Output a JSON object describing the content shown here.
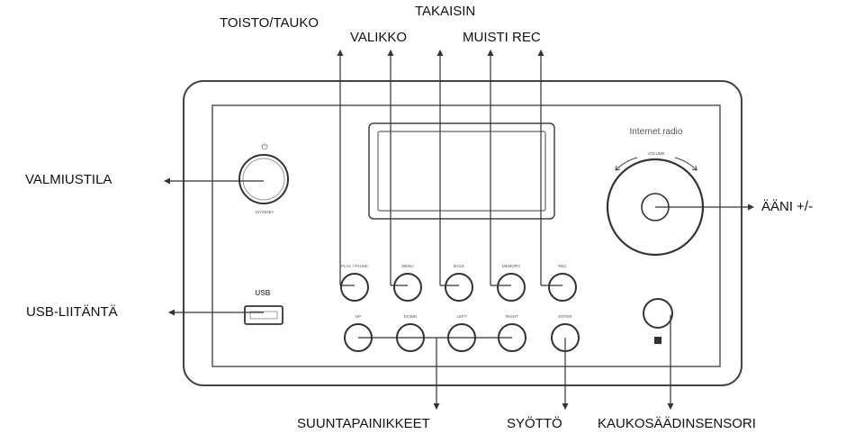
{
  "callouts": {
    "play_pause": "TOISTO/TAUKO",
    "menu": "VALIKKO",
    "back": "TAKAISIN",
    "memory_rec": "MUISTI REC",
    "standby": "VALMIUSTILA",
    "usb": "USB-LIITÄNTÄ",
    "volume": "ÄÄNI +/-",
    "direction_buttons": "SUUNTAPAINIKKEET",
    "enter": "SYÖTTÖ",
    "remote_sensor": "KAUKOSÄÄDINSENSORI"
  },
  "device": {
    "brand_text": "Internet radio",
    "volume_text": "VOLUME",
    "standby_text": "STANDBY",
    "standby_symbol": "⏻",
    "usb_text": "USB"
  },
  "buttons": {
    "top_row": [
      "PLAY / PAUSE",
      "MENU",
      "BACK",
      "MEMORY",
      "REC"
    ],
    "bottom_row": [
      "UP",
      "DOWN",
      "LEFT",
      "RIGHT",
      "ENTER"
    ]
  }
}
